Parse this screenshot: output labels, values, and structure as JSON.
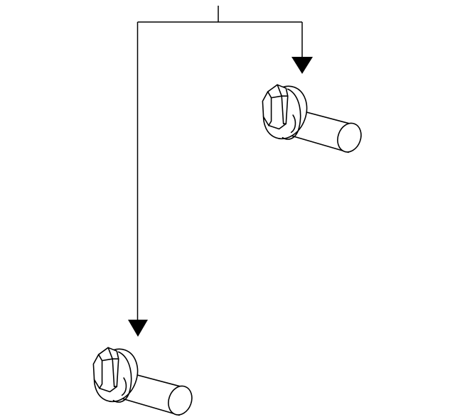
{
  "diagram": {
    "type": "parts-illustration",
    "parts": [
      {
        "id": "bolt-upper",
        "icon": "flange-bolt-icon"
      },
      {
        "id": "bolt-lower",
        "icon": "flange-bolt-icon"
      }
    ],
    "callout": {
      "style": "leader-line-with-arrows",
      "targets": [
        "bolt-upper",
        "bolt-lower"
      ]
    },
    "colors": {
      "line": "#000000",
      "background": "#ffffff"
    }
  }
}
